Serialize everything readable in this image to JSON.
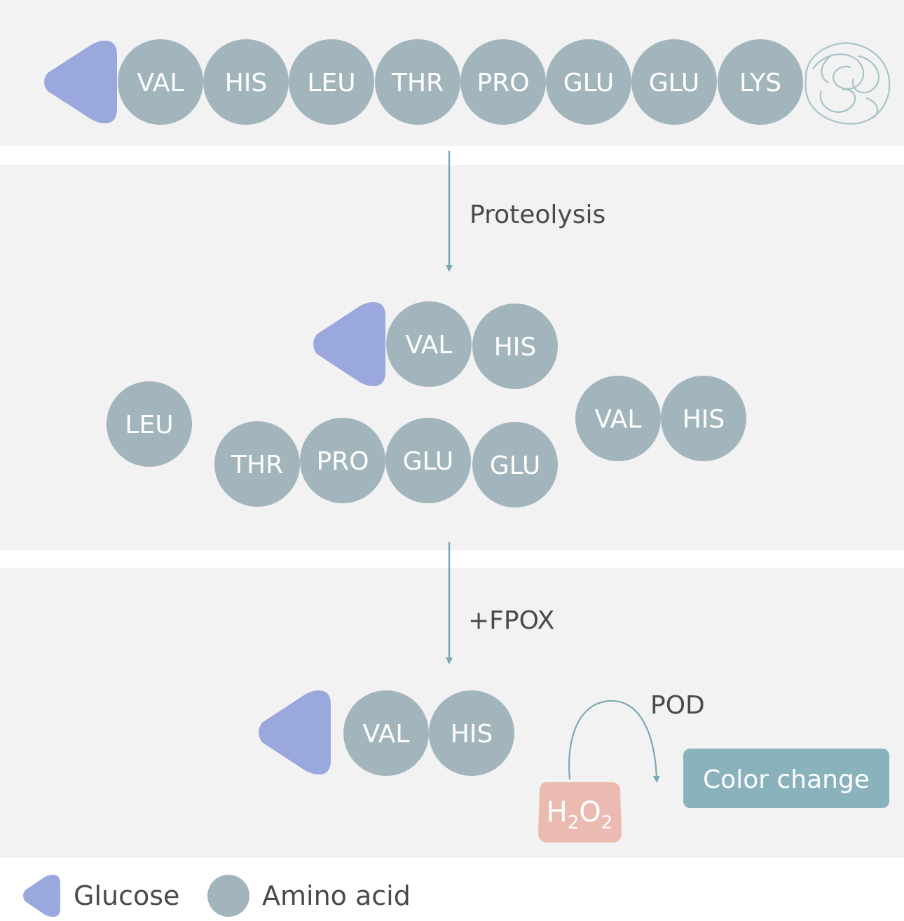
{
  "colors": {
    "panel_bg": "#f2f2f2",
    "page_bg": "#ffffff",
    "glucose": "#9ba8dd",
    "amino_acid": "#a2b4bc",
    "arrow": "#7ba8b6",
    "coil": "#a8c3c9",
    "color_change_badge": "#89b2bd",
    "h2o2_badge": "#ebbab1",
    "text": "#4a4a4a"
  },
  "top_chain": {
    "residues": [
      "VAL",
      "HIS",
      "LEU",
      "THR",
      "PRO",
      "GLU",
      "GLU",
      "LYS"
    ],
    "coil_icon": "protein-coil-icon",
    "glucose_icon": "glucose-triangle-icon"
  },
  "step1": {
    "label": "Proteolysis"
  },
  "fragments": {
    "glycated_dipeptide": [
      "VAL",
      "HIS"
    ],
    "single": [
      "LEU"
    ],
    "tetrapeptide": [
      "THR",
      "PRO",
      "GLU",
      "GLU"
    ],
    "free_dipeptide": [
      "VAL",
      "HIS"
    ]
  },
  "step2": {
    "label": "+FPOX"
  },
  "product": {
    "dipeptide": [
      "VAL",
      "HIS"
    ],
    "enzyme_label": "POD",
    "h2o2": {
      "H": "H",
      "sub1": "2",
      "O": "O",
      "sub2": "2"
    },
    "color_change_label": "Color change"
  },
  "legend": {
    "glucose_label": "Glucose",
    "amino_acid_label": "Amino acid"
  }
}
